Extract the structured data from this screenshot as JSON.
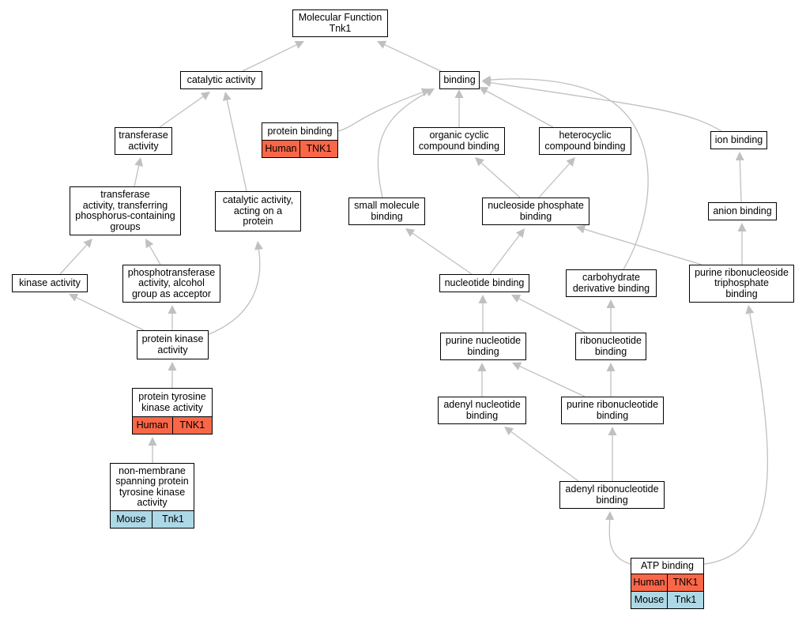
{
  "colors": {
    "edge": "#c0c0c0",
    "human": "#f96748",
    "mouse": "#add8e6",
    "border": "#000000"
  },
  "nodes": [
    {
      "id": "molecular_function",
      "label": "Molecular Function\nTnk1"
    },
    {
      "id": "catalytic_activity",
      "label": "catalytic activity"
    },
    {
      "id": "binding",
      "label": "binding"
    },
    {
      "id": "protein_binding",
      "label": "protein binding",
      "species": [
        {
          "organism": "Human",
          "gene": "TNK1",
          "color": "human"
        }
      ]
    },
    {
      "id": "transferase_activity",
      "label": "transferase\nactivity"
    },
    {
      "id": "organic_cyclic",
      "label": "organic cyclic\ncompound binding"
    },
    {
      "id": "heterocyclic",
      "label": "heterocyclic\ncompound binding"
    },
    {
      "id": "ion_binding",
      "label": "ion binding"
    },
    {
      "id": "transferase_phosphorus",
      "label": "transferase\nactivity, transferring\nphosphorus-containing\ngroups"
    },
    {
      "id": "catalytic_protein",
      "label": "catalytic activity,\nacting on a\nprotein"
    },
    {
      "id": "small_molecule",
      "label": "small molecule\nbinding"
    },
    {
      "id": "nucleoside_phosphate",
      "label": "nucleoside phosphate\nbinding"
    },
    {
      "id": "anion_binding",
      "label": "anion binding"
    },
    {
      "id": "kinase_activity",
      "label": "kinase activity"
    },
    {
      "id": "phosphotransferase",
      "label": "phosphotransferase\nactivity, alcohol\ngroup as acceptor"
    },
    {
      "id": "nucleotide_binding",
      "label": "nucleotide binding"
    },
    {
      "id": "carbohydrate_derivative",
      "label": "carbohydrate\nderivative binding"
    },
    {
      "id": "purine_ribonucleoside_tp",
      "label": "purine ribonucleoside\ntriphosphate\nbinding"
    },
    {
      "id": "protein_kinase",
      "label": "protein kinase\nactivity"
    },
    {
      "id": "purine_nucleotide",
      "label": "purine nucleotide\nbinding"
    },
    {
      "id": "ribonucleotide",
      "label": "ribonucleotide\nbinding"
    },
    {
      "id": "protein_tyrosine_kinase",
      "label": "protein tyrosine\nkinase activity",
      "species": [
        {
          "organism": "Human",
          "gene": "TNK1",
          "color": "human"
        }
      ]
    },
    {
      "id": "adenyl_nucleotide",
      "label": "adenyl nucleotide\nbinding"
    },
    {
      "id": "purine_ribonucleotide",
      "label": "purine ribonucleotide\nbinding"
    },
    {
      "id": "non_membrane_ptk",
      "label": "non-membrane\nspanning protein\ntyrosine kinase\nactivity",
      "species": [
        {
          "organism": "Mouse",
          "gene": "Tnk1",
          "color": "mouse"
        }
      ]
    },
    {
      "id": "adenyl_ribonucleotide",
      "label": "adenyl ribonucleotide\nbinding"
    },
    {
      "id": "atp_binding",
      "label": "ATP binding",
      "species": [
        {
          "organism": "Human",
          "gene": "TNK1",
          "color": "human"
        },
        {
          "organism": "Mouse",
          "gene": "Tnk1",
          "color": "mouse"
        }
      ]
    }
  ],
  "edges": [
    [
      "catalytic_activity",
      "molecular_function"
    ],
    [
      "binding",
      "molecular_function"
    ],
    [
      "transferase_activity",
      "catalytic_activity"
    ],
    [
      "catalytic_protein",
      "catalytic_activity"
    ],
    [
      "protein_binding",
      "binding"
    ],
    [
      "small_molecule",
      "binding"
    ],
    [
      "organic_cyclic",
      "binding"
    ],
    [
      "heterocyclic",
      "binding"
    ],
    [
      "ion_binding",
      "binding"
    ],
    [
      "carbohydrate_derivative",
      "binding"
    ],
    [
      "transferase_phosphorus",
      "transferase_activity"
    ],
    [
      "kinase_activity",
      "transferase_phosphorus"
    ],
    [
      "phosphotransferase",
      "transferase_phosphorus"
    ],
    [
      "nucleoside_phosphate",
      "organic_cyclic"
    ],
    [
      "nucleoside_phosphate",
      "heterocyclic"
    ],
    [
      "anion_binding",
      "ion_binding"
    ],
    [
      "purine_ribonucleoside_tp",
      "anion_binding"
    ],
    [
      "purine_ribonucleoside_tp",
      "nucleoside_phosphate"
    ],
    [
      "protein_kinase",
      "kinase_activity"
    ],
    [
      "protein_kinase",
      "phosphotransferase"
    ],
    [
      "protein_kinase",
      "catalytic_protein"
    ],
    [
      "nucleotide_binding",
      "small_molecule"
    ],
    [
      "nucleotide_binding",
      "nucleoside_phosphate"
    ],
    [
      "protein_tyrosine_kinase",
      "protein_kinase"
    ],
    [
      "non_membrane_ptk",
      "protein_tyrosine_kinase"
    ],
    [
      "purine_nucleotide",
      "nucleotide_binding"
    ],
    [
      "ribonucleotide",
      "nucleotide_binding"
    ],
    [
      "ribonucleotide",
      "carbohydrate_derivative"
    ],
    [
      "adenyl_nucleotide",
      "purine_nucleotide"
    ],
    [
      "purine_ribonucleotide",
      "purine_nucleotide"
    ],
    [
      "purine_ribonucleotide",
      "ribonucleotide"
    ],
    [
      "adenyl_ribonucleotide",
      "adenyl_nucleotide"
    ],
    [
      "adenyl_ribonucleotide",
      "purine_ribonucleotide"
    ],
    [
      "atp_binding",
      "adenyl_ribonucleotide"
    ],
    [
      "atp_binding",
      "purine_ribonucleoside_tp"
    ]
  ]
}
